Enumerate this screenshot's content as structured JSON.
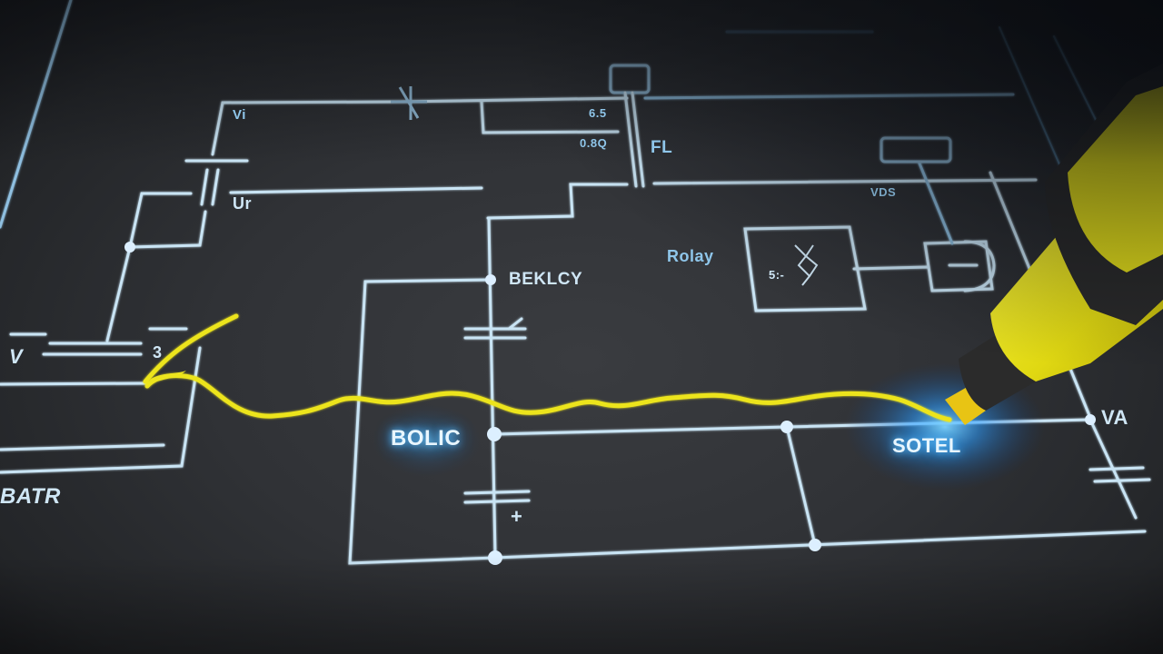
{
  "diagram": {
    "title": "Circuit schematic on dark board with yellow highlighter tracing a path",
    "colors": {
      "background": "#2e3034",
      "wire": "#c9e4f4",
      "trace": "#e6df1f",
      "glow": "#3aa7ff",
      "highlighter_body": "#f0ea1a",
      "highlighter_cap": "#2b2b2b"
    },
    "labels": {
      "top_left_node": "Vi",
      "capacitor_left": "Ur",
      "battery": "BATR",
      "relay_top": "BEKLCY",
      "relay": "Rolay",
      "bolic": "BOLIC",
      "sotel": "SOTEL",
      "right_node": "VA",
      "top_mid_1": "6.5",
      "top_mid_2": "0.8Q",
      "top_mid_3": "FL",
      "right_upper": "VDS",
      "relay_box_text": "5:-",
      "plus_sign": "+",
      "battery_left": "V",
      "battery_right": "3"
    },
    "icons": [
      "highlighter-icon",
      "capacitor-icon",
      "relay-icon",
      "battery-icon",
      "diode-icon"
    ]
  }
}
